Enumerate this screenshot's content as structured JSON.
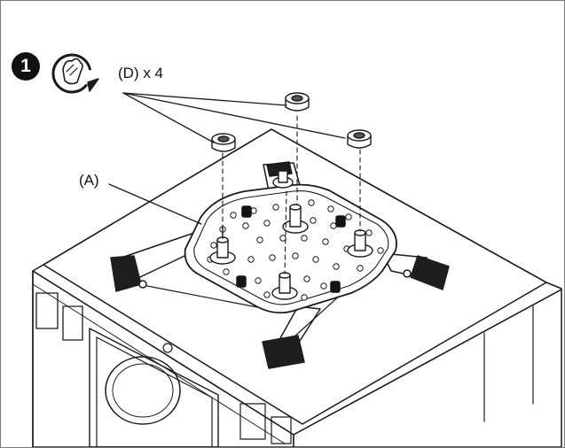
{
  "step": {
    "number": "1"
  },
  "labels": {
    "fastener": "(D) x 4",
    "plate": "(A)"
  },
  "icons": {
    "step_badge": "step-number-badge",
    "rotate_hand": "rotate-by-hand-icon"
  },
  "colors": {
    "line": "#1a1a1a",
    "surface": "#ffffff",
    "shade": "#555555",
    "dark": "#141414"
  }
}
